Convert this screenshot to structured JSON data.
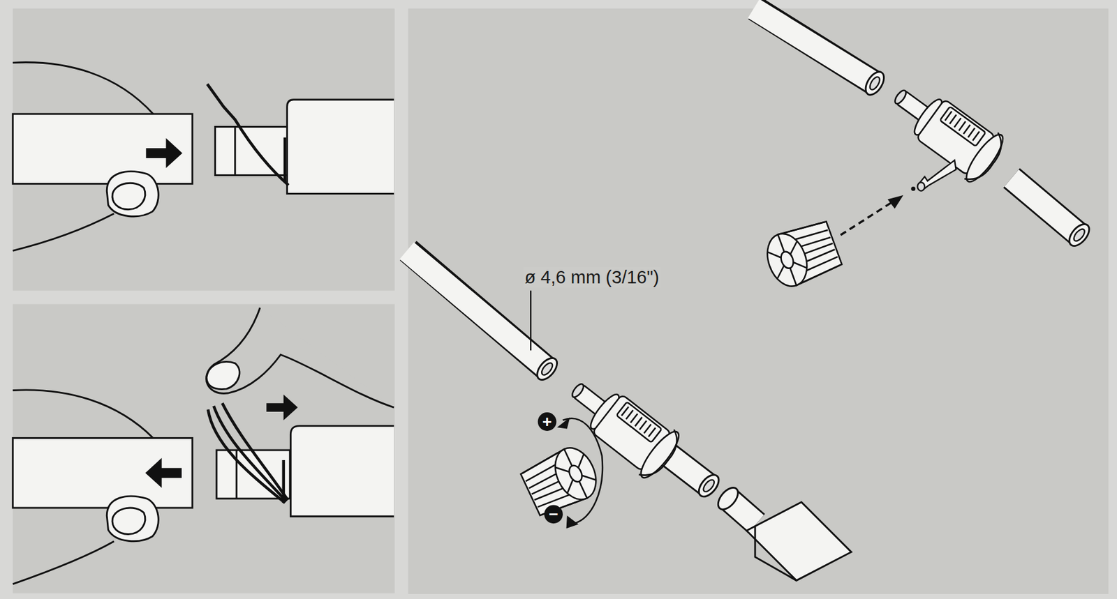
{
  "diagram": {
    "labels": [
      "ø 4,6 mm (3/16\")",
      "+",
      "−"
    ]
  }
}
